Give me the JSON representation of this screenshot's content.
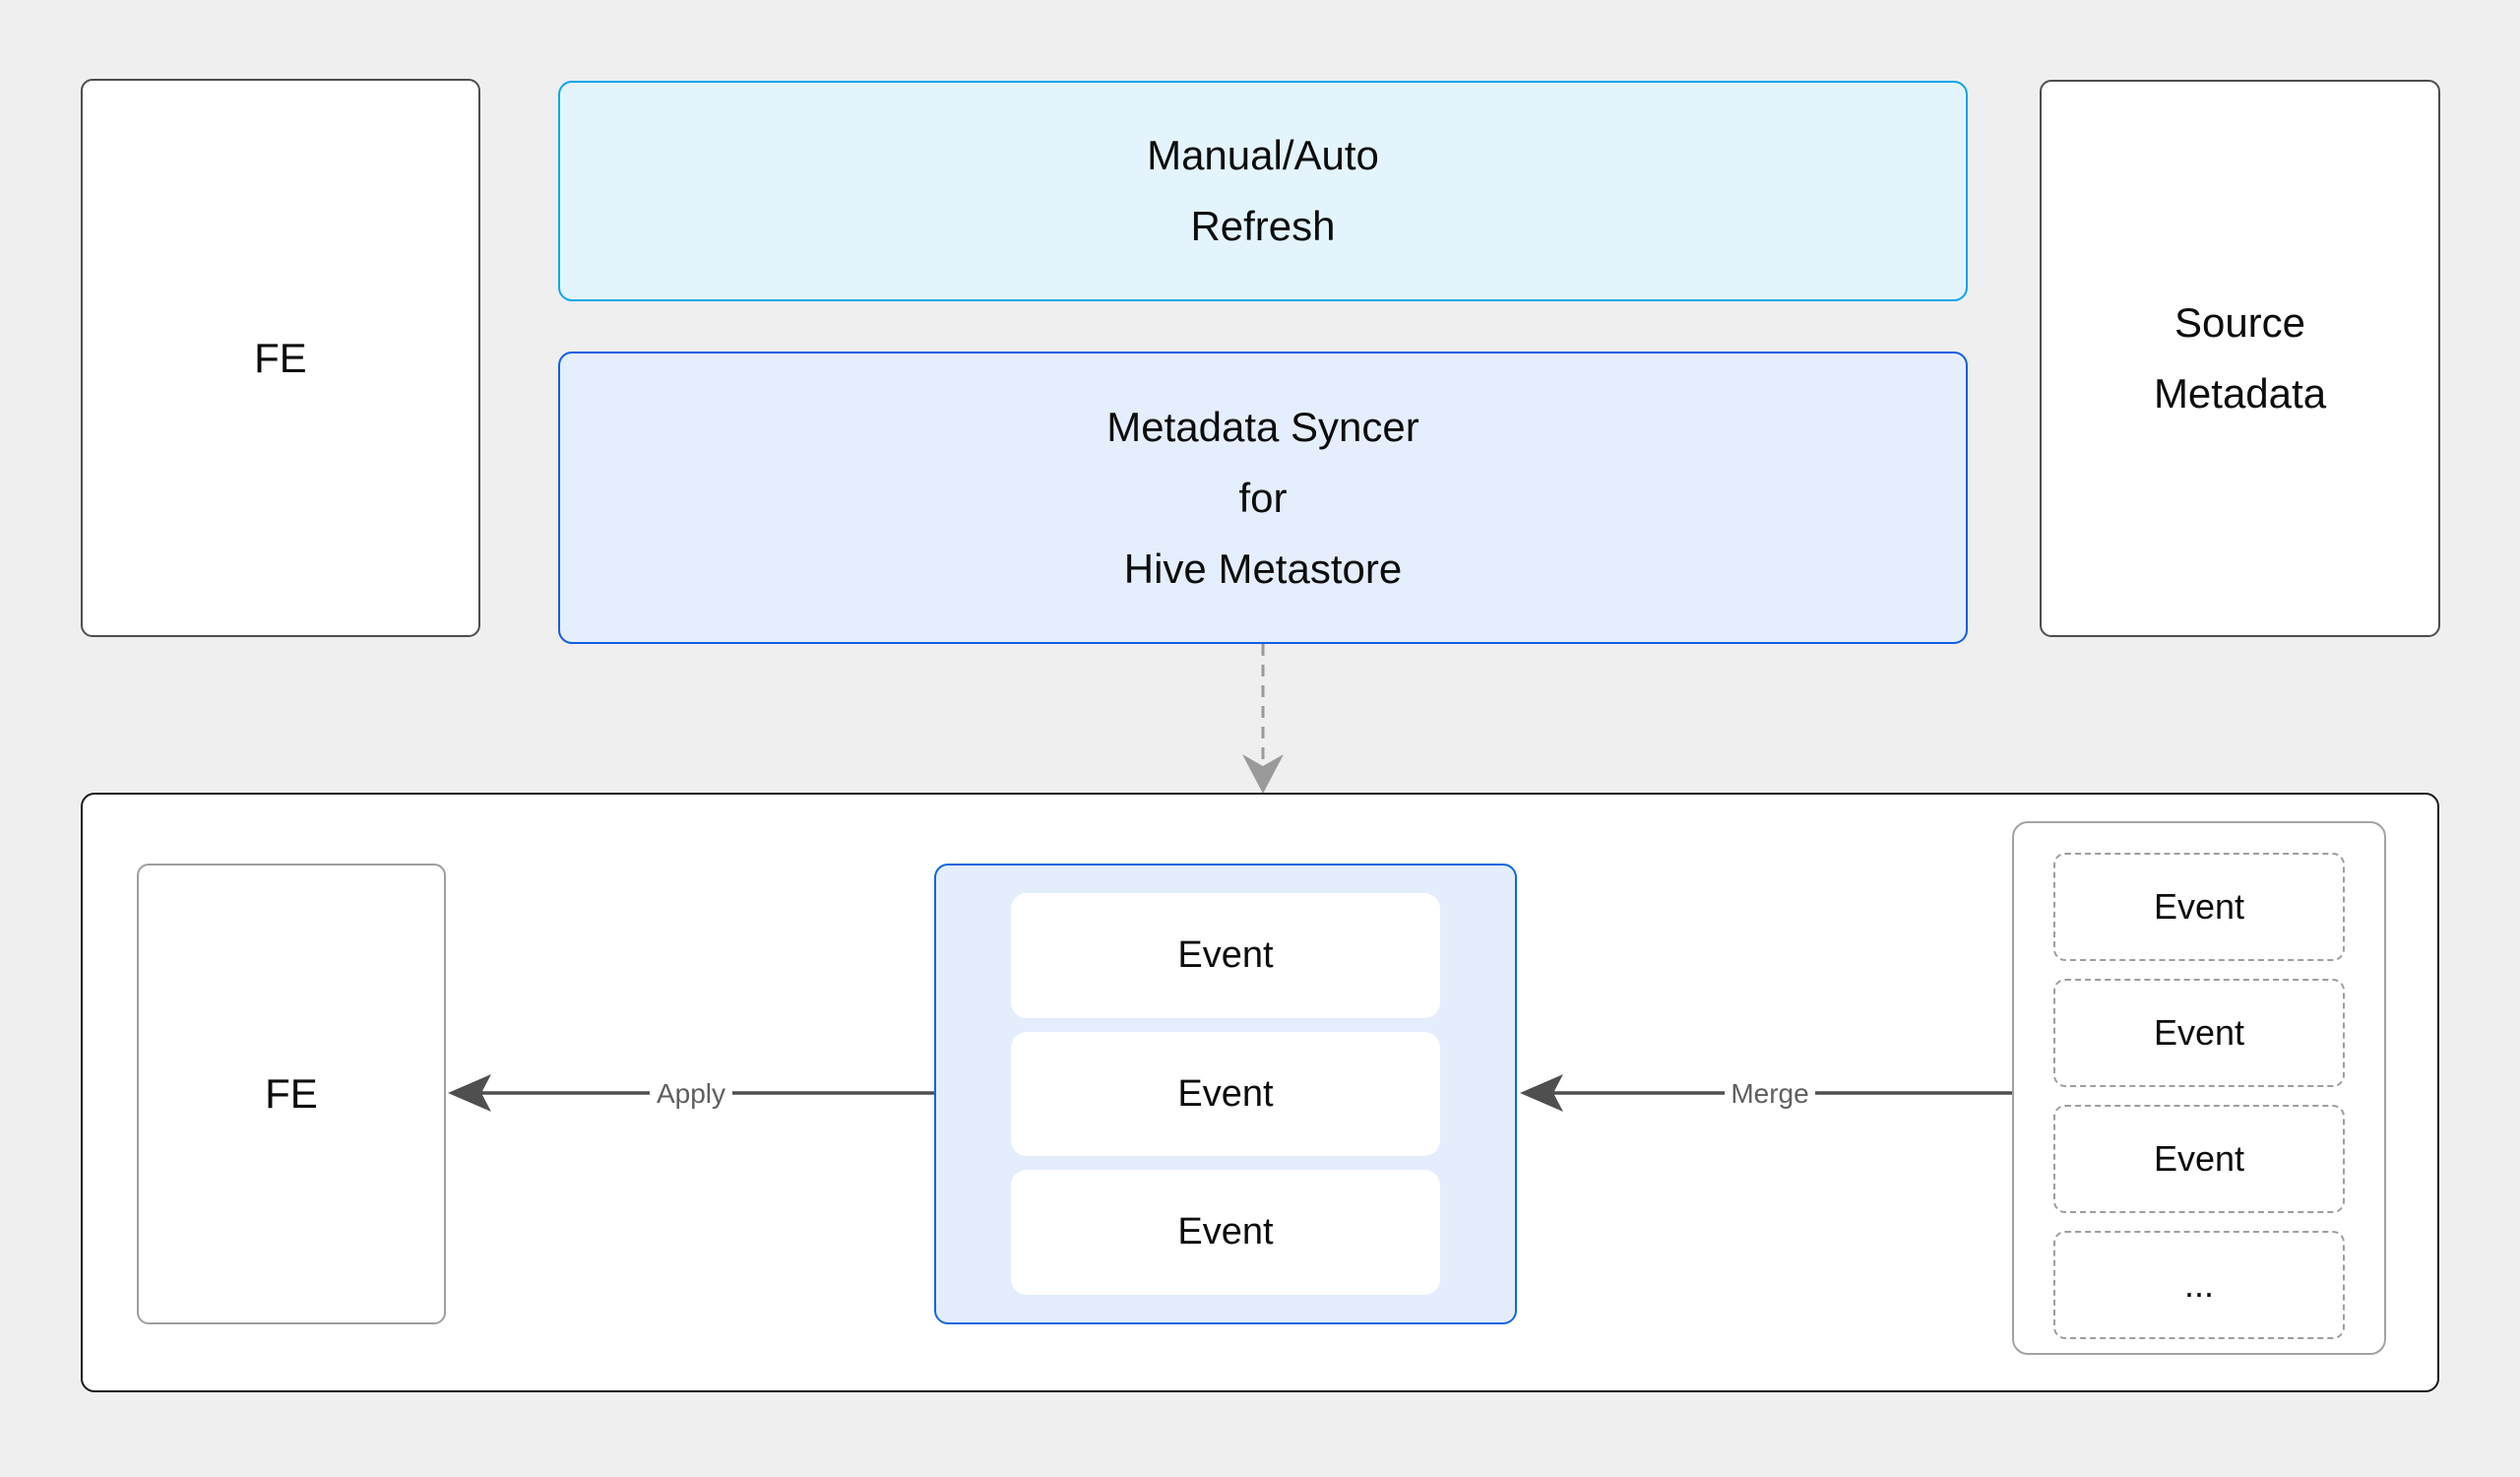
{
  "colors": {
    "background": "#efefef",
    "refresh_fill": "#e4f4fc",
    "refresh_border": "#0ba6e9",
    "syncer_fill": "#e5eefc",
    "syncer_border": "#105fe0",
    "queue_fill": "#e4edfc",
    "queue_border": "#1266e3",
    "node_border_dark": "#4d4d4d",
    "node_border_gray": "#9e9e9e",
    "arrow_color": "#4f4f4f",
    "dashed_arrow_color": "#9a9a9a"
  },
  "top": {
    "fe": {
      "label": "FE"
    },
    "refresh": {
      "line1": "Manual/Auto",
      "line2": "Refresh"
    },
    "syncer": {
      "line1": "Metadata Syncer",
      "line2": "for",
      "line3": "Hive Metastore"
    },
    "source": {
      "line1": "Source",
      "line2": "Metadata"
    }
  },
  "bottom": {
    "fe": {
      "label": "FE"
    },
    "queue": {
      "events": [
        "Event",
        "Event",
        "Event"
      ]
    },
    "pending": {
      "events": [
        "Event",
        "Event",
        "Event",
        "..."
      ]
    },
    "apply_label": "Apply",
    "merge_label": "Merge"
  }
}
